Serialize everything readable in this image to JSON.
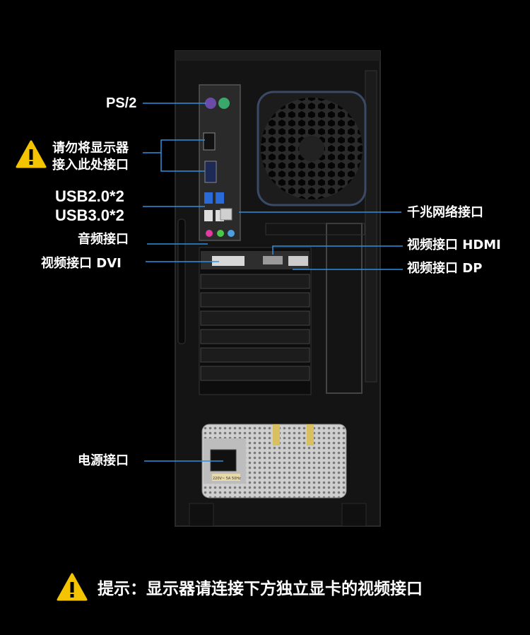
{
  "labels": {
    "ps2": "PS/2",
    "warn_line1": "请勿将显示器",
    "warn_line2": "接入此处接口",
    "usb2": "USB2.0*2",
    "usb3": "USB3.0*2",
    "audio": "音频接口",
    "dvi": "视频接口 DVI",
    "lan": "千兆网络接口",
    "hdmi": "视频接口 HDMI",
    "dp": "视频接口 DP",
    "power": "电源接口"
  },
  "psu_sticker": "220V~ 5A 50Hz",
  "footer_note": "提示：显示器请连接下方独立显卡的视频接口",
  "colors": {
    "background": "#000000",
    "pointer_line": "#2f8fe0",
    "warning_yellow": "#f5c400",
    "case_body": "#141414"
  },
  "icons": [
    "warning-triangle-icon"
  ]
}
